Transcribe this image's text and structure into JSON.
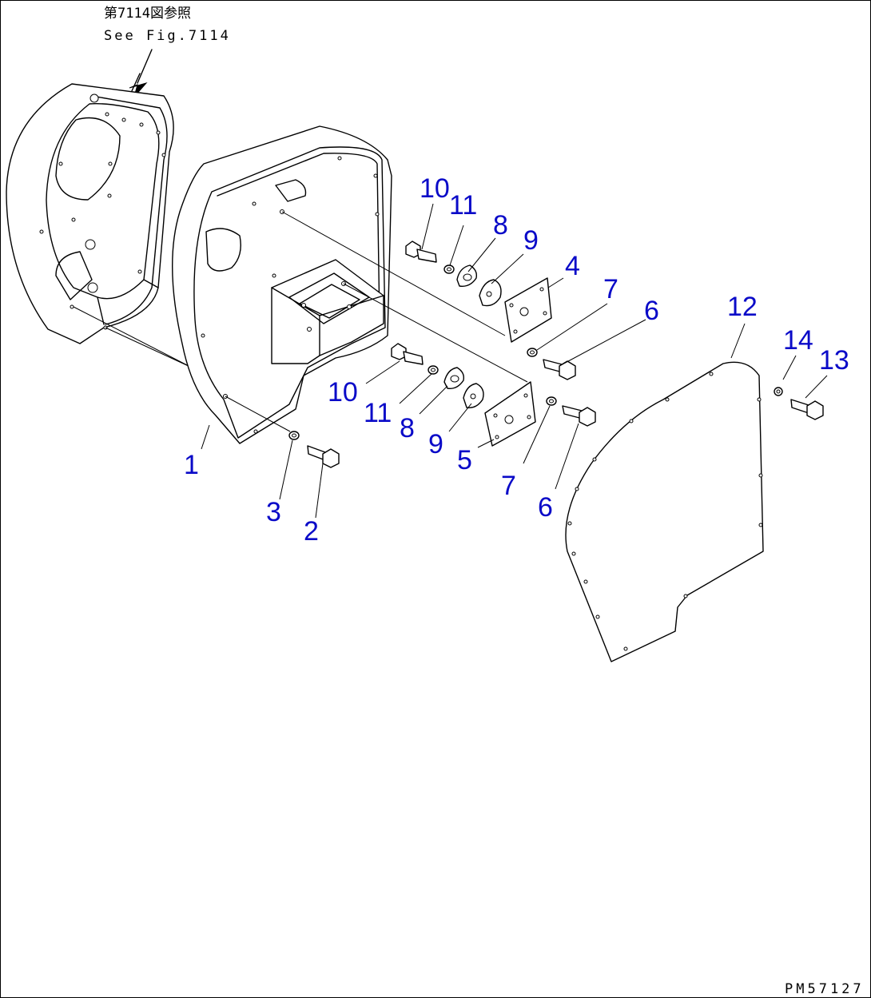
{
  "reference": {
    "japanese": "第7114図参照",
    "english": "See Fig.7114"
  },
  "drawing_code": "PM57127",
  "callouts": [
    {
      "id": "c1",
      "label": "1"
    },
    {
      "id": "c2",
      "label": "2"
    },
    {
      "id": "c3",
      "label": "3"
    },
    {
      "id": "c4",
      "label": "4"
    },
    {
      "id": "c5",
      "label": "5"
    },
    {
      "id": "c6a",
      "label": "6"
    },
    {
      "id": "c6b",
      "label": "6"
    },
    {
      "id": "c7a",
      "label": "7"
    },
    {
      "id": "c7b",
      "label": "7"
    },
    {
      "id": "c8a",
      "label": "8"
    },
    {
      "id": "c8b",
      "label": "8"
    },
    {
      "id": "c9a",
      "label": "9"
    },
    {
      "id": "c9b",
      "label": "9"
    },
    {
      "id": "c10a",
      "label": "10"
    },
    {
      "id": "c10b",
      "label": "10"
    },
    {
      "id": "c11a",
      "label": "11"
    },
    {
      "id": "c11b",
      "label": "11"
    },
    {
      "id": "c12",
      "label": "12"
    },
    {
      "id": "c13",
      "label": "13"
    },
    {
      "id": "c14",
      "label": "14"
    }
  ],
  "colors": {
    "callout": "#0a0ac8",
    "line": "#000000",
    "background": "#ffffff"
  }
}
